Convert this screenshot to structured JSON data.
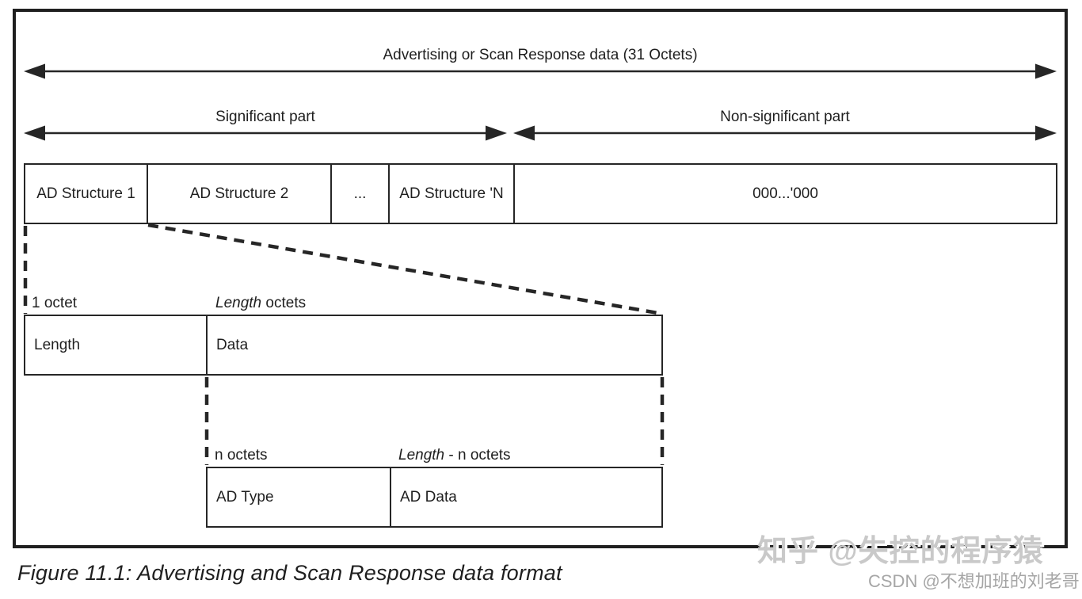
{
  "figure": {
    "top_arrow_label": "Advertising or Scan Response data (31 Octets)",
    "significant_part_label": "Significant part",
    "non_significant_part_label": "Non-significant part",
    "ad_structure_row": [
      "AD Structure 1",
      "AD Structure 2",
      "...",
      "AD Structure 'N",
      "000...'000"
    ],
    "length_data_row": {
      "left_size_label": "1 octet",
      "right_size_label_italic": "Length",
      "right_size_label_rest": " octets",
      "cells": [
        "Length",
        "Data"
      ]
    },
    "ad_type_row": {
      "left_size_label": "n octets",
      "right_size_label_italic": "Length",
      "right_size_label_rest": " - n octets",
      "cells": [
        "AD Type",
        "AD Data"
      ]
    },
    "caption": "Figure 11.1: Advertising and Scan Response data format"
  },
  "watermarks": {
    "zhihu": "知乎 @失控的程序猿",
    "csdn": "CSDN @不想加班的刘老哥"
  },
  "colors": {
    "line": "#262626",
    "text": "#1f1f1f",
    "watermark_light": "#c9c9c9",
    "watermark_gray": "#a6a6a6"
  }
}
